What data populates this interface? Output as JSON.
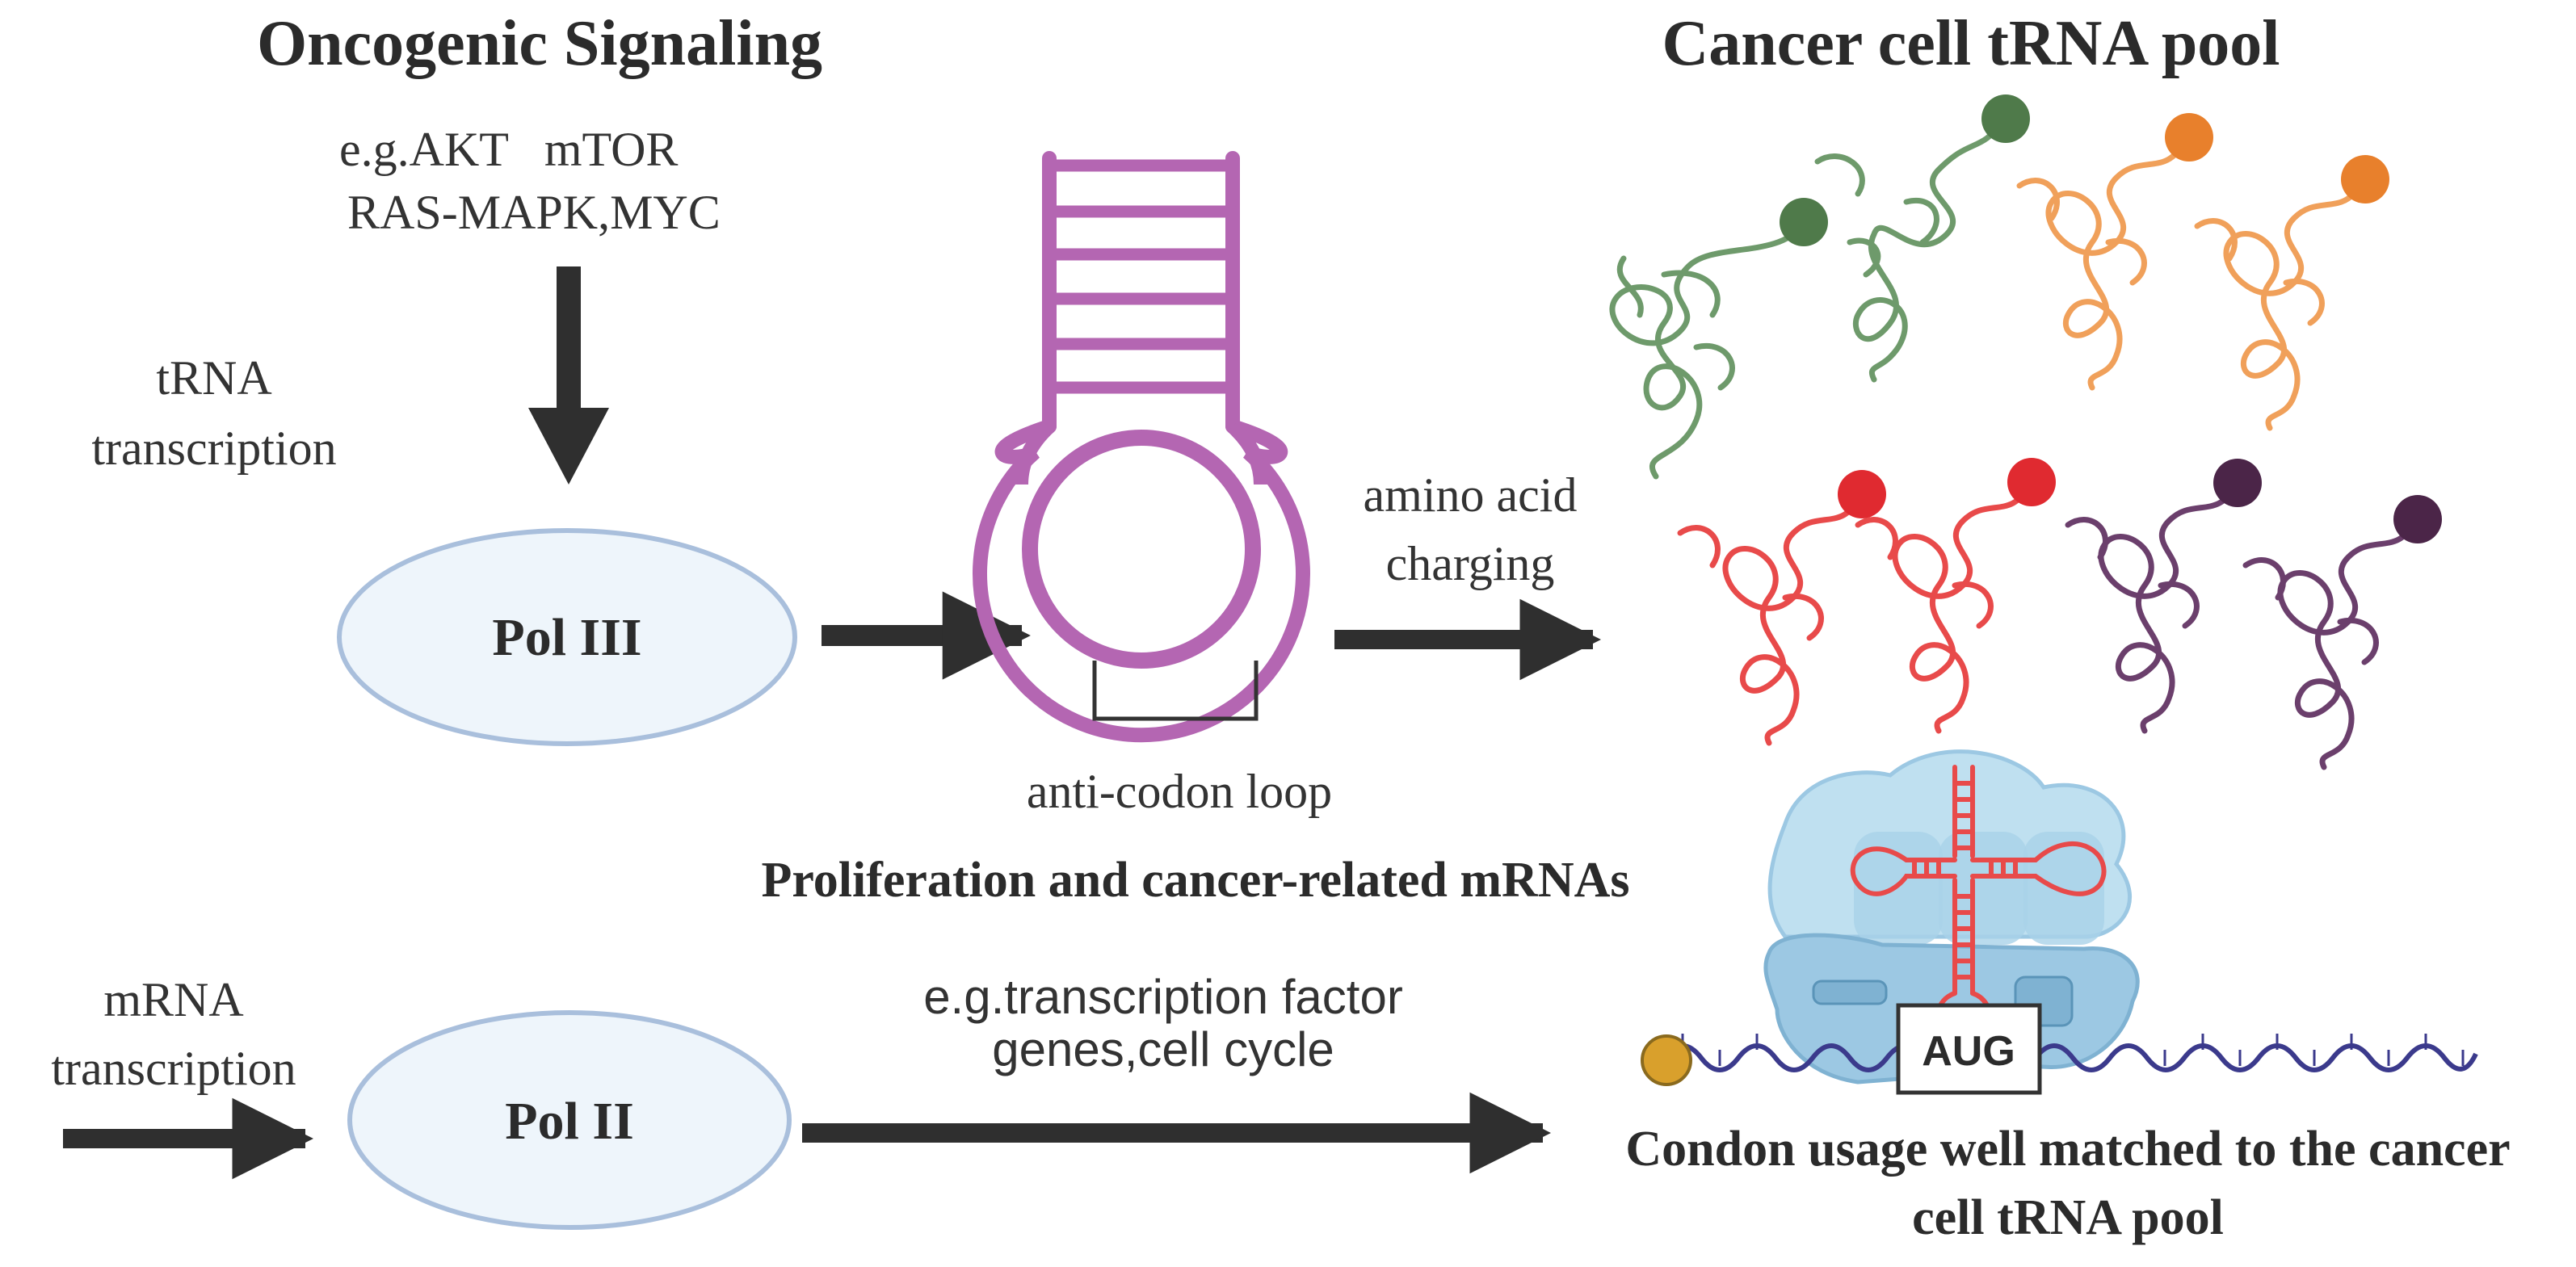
{
  "headings": {
    "left": "Oncogenic Signaling",
    "right": "Cancer cell tRNA pool"
  },
  "signaling": {
    "examples_line1": "e.g.AKT   mTOR",
    "examples_line2": "RAS-MAPK,MYC"
  },
  "trna_transcription": {
    "line1": "tRNA",
    "line2": "transcription"
  },
  "pol3": {
    "label": "Pol III"
  },
  "hairpin": {
    "caption": "anti-codon loop"
  },
  "charging": {
    "line1": "amino acid",
    "line2": "charging"
  },
  "proliferation": {
    "label": "Proliferation and cancer-related mRNAs"
  },
  "mrna_transcription": {
    "line1": "mRNA",
    "line2": "transcription"
  },
  "pol2": {
    "label": "Pol II"
  },
  "mrna_examples": {
    "line1": "e.g.transcription factor",
    "line2": "genes,cell cycle"
  },
  "ribosome": {
    "codon": "AUG"
  },
  "codon_usage": {
    "line1": "Condon usage well matched to the cancer",
    "line2": "cell tRNA pool"
  },
  "colors": {
    "arrow": "#2f2f2f",
    "ellipse_fill": "#eef5fb",
    "ellipse_stroke": "#a9bfdc",
    "hairpin": "#b466b2",
    "trna_green": "#6e9a6b",
    "bead_green": "#4f7a4a",
    "trna_orange": "#f0a05a",
    "bead_orange": "#e8802c",
    "trna_red": "#e84a4a",
    "bead_red": "#e02a30",
    "trna_purple": "#6b3f6c",
    "bead_purple": "#4b2548",
    "ribosome_light": "#bfe0f0",
    "ribosome_dark": "#9cc8e3",
    "mrna_strand": "#3b3a8c",
    "cap": "#d9a02c"
  }
}
